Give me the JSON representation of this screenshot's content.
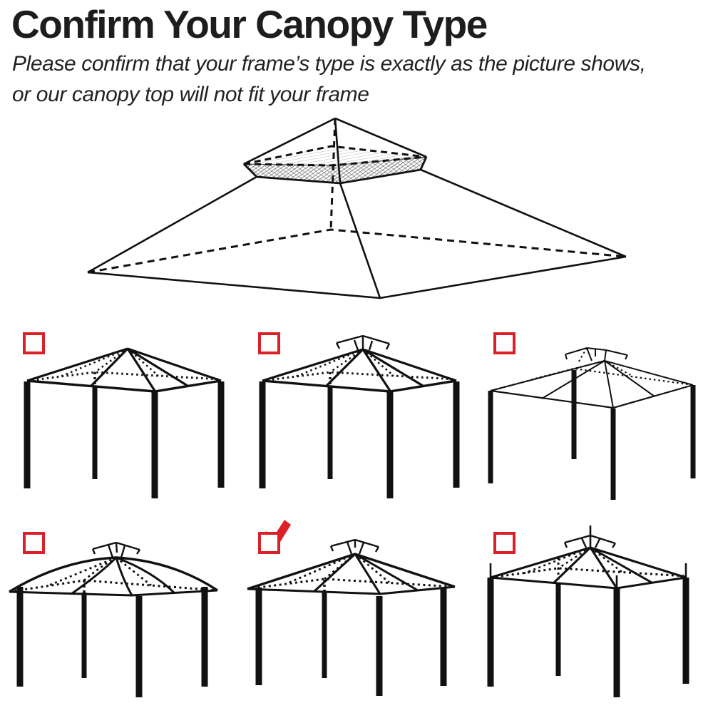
{
  "page": {
    "title": "Confirm Your Canopy Type",
    "subtitle_line1": "Please confirm that your frame’s type is exactly as the picture shows,",
    "subtitle_line2": "or our canopy top will not fit your frame"
  },
  "colors": {
    "accent_red": "#DC2027",
    "ink": "#1c1c1c"
  },
  "main_figure": {
    "name": "two-tier-canopy-top-wireframe"
  },
  "options": [
    {
      "id": "type-1",
      "illustration": "gazebo-frame-pyramid-plain-apex",
      "checked": false
    },
    {
      "id": "type-2",
      "illustration": "gazebo-frame-pyramid-top-vent-frame",
      "checked": false
    },
    {
      "id": "type-3",
      "illustration": "gazebo-frame-low-pitch-two-tier-top",
      "checked": false
    },
    {
      "id": "type-4",
      "illustration": "gazebo-frame-curved-roof-overhang-vent",
      "checked": false
    },
    {
      "id": "type-5",
      "illustration": "gazebo-frame-straight-roof-overhang-vent",
      "checked": true
    },
    {
      "id": "type-6",
      "illustration": "gazebo-frame-pyramid-vent-corner-spikes",
      "checked": false
    }
  ]
}
